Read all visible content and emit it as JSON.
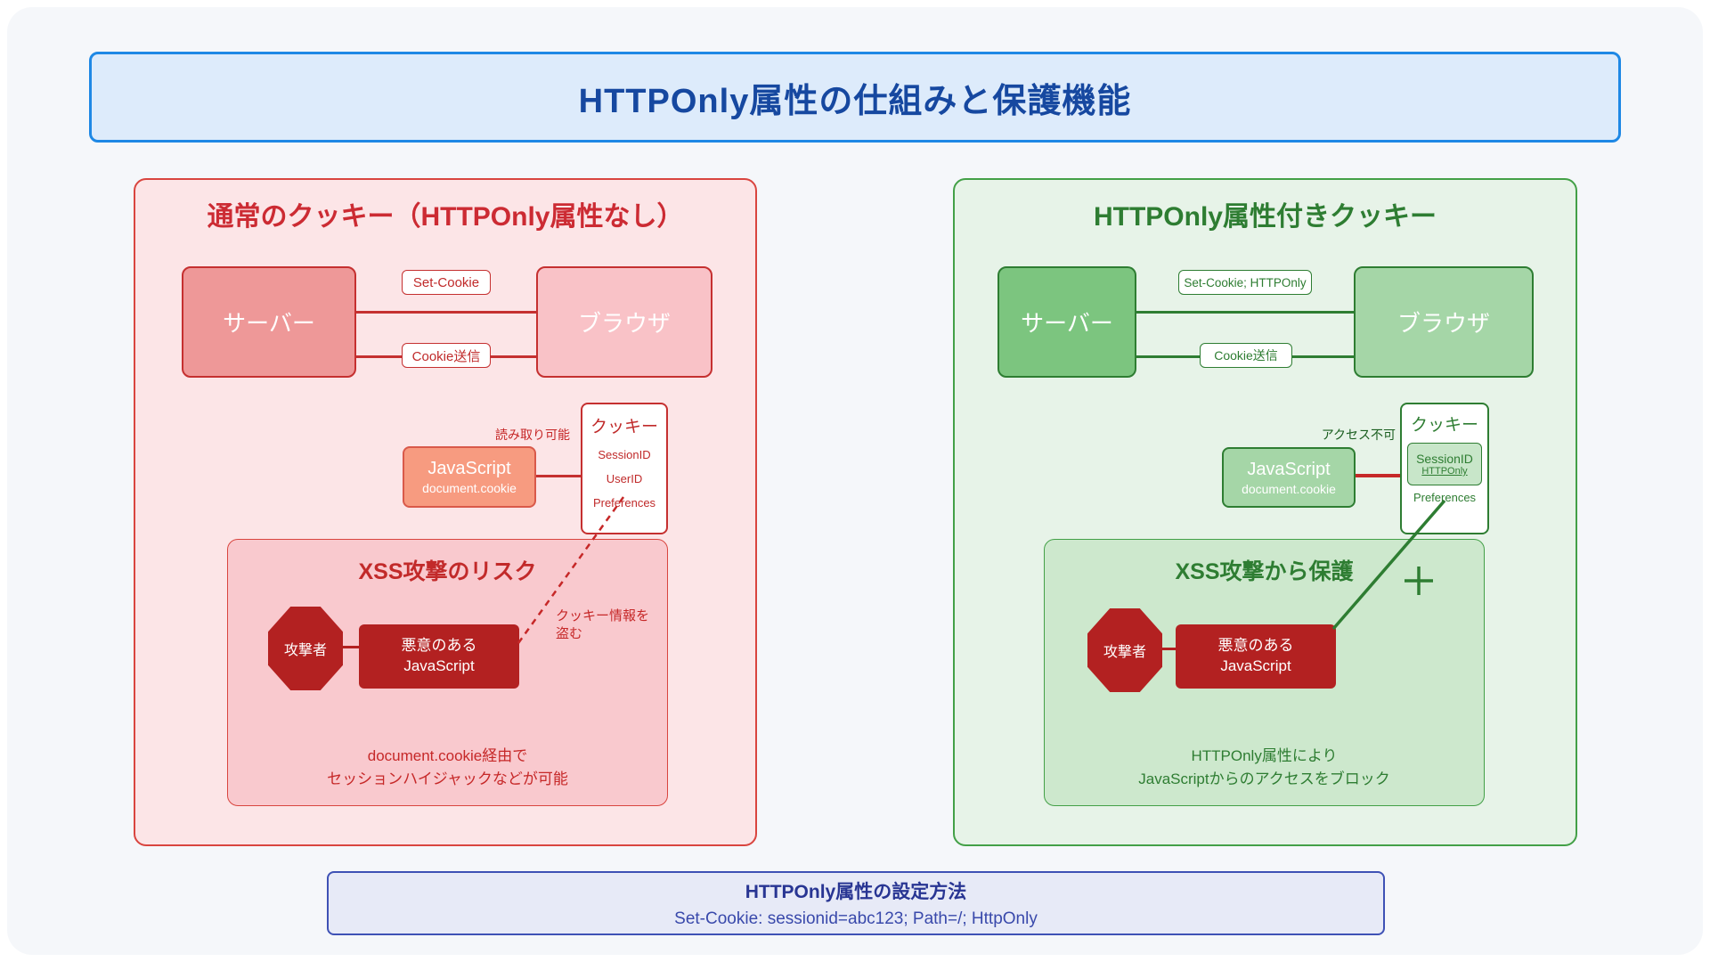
{
  "title": "HTTPOnly属性の仕組みと保護機能",
  "left_panel": {
    "title": "通常のクッキー（HTTPOnly属性なし）",
    "server_label": "サーバー",
    "browser_label": "ブラウザ",
    "set_cookie_label": "Set-Cookie",
    "cookie_send_label": "Cookie送信",
    "readable_label": "読み取り可能",
    "js_box": {
      "title": "JavaScript",
      "subtitle": "document.cookie"
    },
    "cookie_box": {
      "title": "クッキー",
      "items": [
        "SessionID",
        "UserID",
        "Preferences"
      ]
    },
    "xss": {
      "title": "XSS攻撃のリスク",
      "attacker": "攻撃者",
      "malicious_line1": "悪意のある",
      "malicious_line2": "JavaScript",
      "steal_line1": "クッキー情報を",
      "steal_line2": "盗む",
      "note_line1": "document.cookie経由で",
      "note_line2": "セッションハイジャックなどが可能"
    }
  },
  "right_panel": {
    "title": "HTTPOnly属性付きクッキー",
    "server_label": "サーバー",
    "browser_label": "ブラウザ",
    "set_cookie_label": "Set-Cookie; HTTPOnly",
    "cookie_send_label": "Cookie送信",
    "blocked_label": "アクセス不可",
    "js_box": {
      "title": "JavaScript",
      "subtitle": "document.cookie"
    },
    "cookie_box": {
      "title": "クッキー",
      "session_id": "SessionID",
      "httponly": "HTTPOnly",
      "preferences": "Preferences"
    },
    "xss": {
      "title": "XSS攻撃から保護",
      "attacker": "攻撃者",
      "malicious_line1": "悪意のある",
      "malicious_line2": "JavaScript",
      "note_line1": "HTTPOnly属性により",
      "note_line2": "JavaScriptからのアクセスをブロック"
    }
  },
  "footer": {
    "title": "HTTPOnly属性の設定方法",
    "code": "Set-Cookie: sessionid=abc123; Path=/; HttpOnly"
  },
  "colors": {
    "page_bg": "#f5f7fa",
    "title_fill": "#ddebfb",
    "title_border": "#1e88e5",
    "title_text": "#1648a0",
    "red_panel_fill": "#fce5e7",
    "red_panel_border": "#d9453f",
    "red_text": "#c62828",
    "red_node_server": "#ee9898",
    "red_node_browser": "#f9c2c7",
    "red_node_js": "#f79b80",
    "danger_node": "#b32121",
    "green_panel_fill": "#e7f3e8",
    "green_panel_border": "#43a047",
    "green_text": "#2e7d32",
    "green_dark_text": "#1b5e20",
    "green_node_server": "#7cc57f",
    "green_node_light": "#a5d6a7",
    "inner_cookie_fill": "#c8e6c9",
    "blocked_line": "#c62828",
    "footer_fill": "#e7eaf7",
    "footer_border": "#3e51b5",
    "footer_title_text": "#283593",
    "footer_code_text": "#3949ab"
  }
}
